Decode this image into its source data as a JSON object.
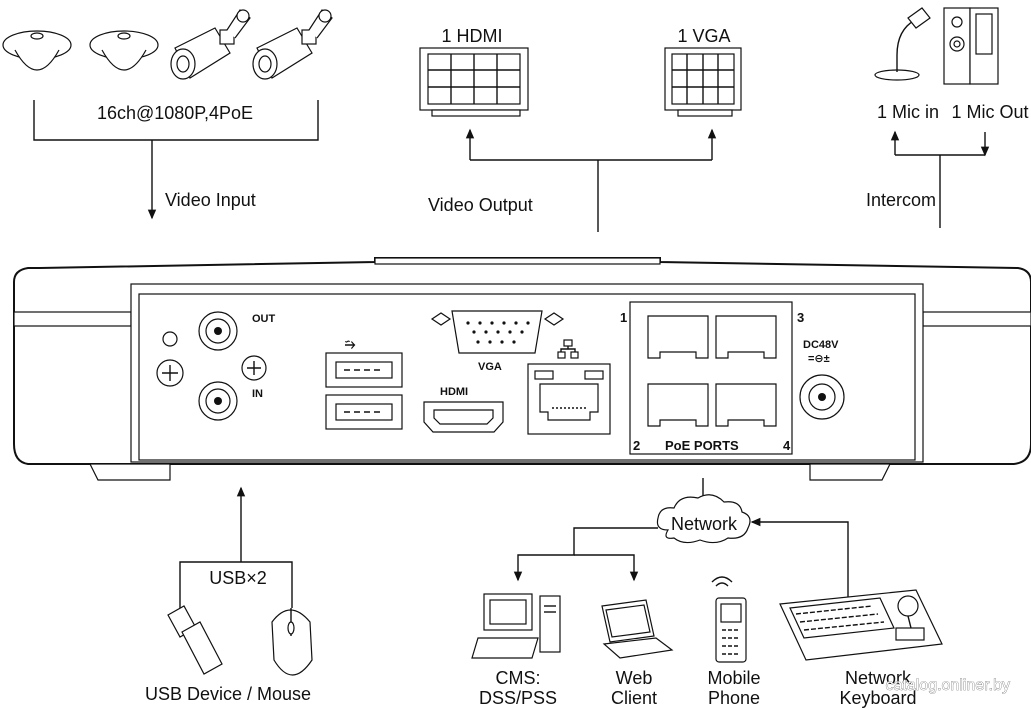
{
  "labels": {
    "cameras": "16ch@1080P,4PoE",
    "video_input": "Video Input",
    "hdmi_top": "1 HDMI",
    "vga_top": "1 VGA",
    "video_output": "Video Output",
    "mic_in": "1 Mic in",
    "mic_out": "1 Mic Out",
    "intercom": "Intercom",
    "usb_count": "USB×2",
    "usb_device": "USB Device / Mouse",
    "network": "Network",
    "cms_1": "CMS:",
    "cms_2": "DSS/PSS",
    "web_1": "Web",
    "web_2": "Client",
    "mobile_1": "Mobile",
    "mobile_2": "Phone",
    "keyboard_1": "Network",
    "keyboard_2": "Keyboard"
  },
  "panel": {
    "out": "OUT",
    "in": "IN",
    "vga": "VGA",
    "hdmi": "HDMI",
    "dc": "DC48V",
    "poe_ports": "PoE PORTS",
    "port_1": "1",
    "port_2": "2",
    "port_3": "3",
    "port_4": "4"
  },
  "watermark": "catalog.onliner.by"
}
